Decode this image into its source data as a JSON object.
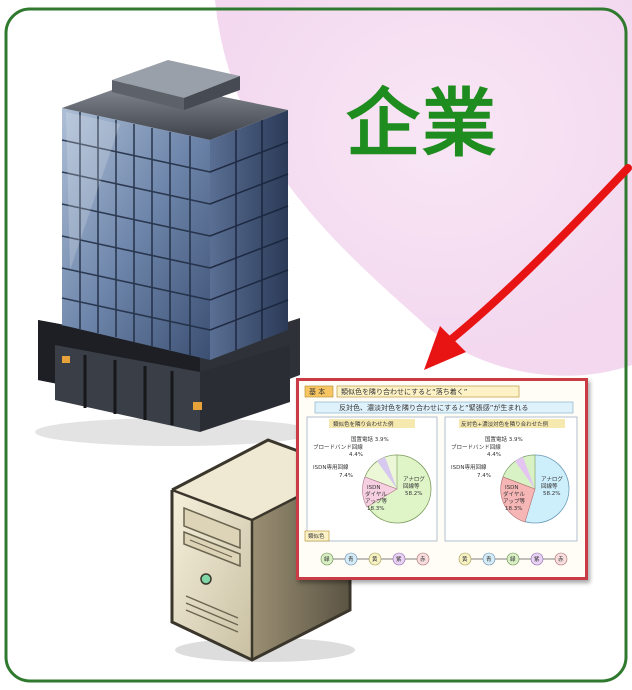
{
  "title": "企業",
  "document_thumbnail": {
    "heading_tag": "基 本",
    "heading": "類似色を隣り合わせにすると“落ち着く”",
    "subheading": "反対色、濃淡対色を隣り合わせにすると“緊張感”が生まれる",
    "panel_left_title": "類似色を隣り合わせた例",
    "panel_right_title": "反対色+濃淡対色を隣り合わせた例",
    "pie_labels": {
      "a": "国置電話 3.9%",
      "b": "ブロードバンド回線",
      "b_value": "4.4%",
      "c": "ISDN専用回線",
      "c_value": "7.4%",
      "d": "ISDN",
      "d2": "ダイヤル",
      "d3": "アップ等",
      "d_value": "18.3%",
      "e": "アナログ",
      "e2": "回線等",
      "e_value": "58.2%"
    },
    "legend_tag": "類似色",
    "chain_left": [
      "緑",
      "青",
      "黄",
      "紫",
      "赤"
    ],
    "chain_right": [
      "黄",
      "青",
      "緑",
      "紫",
      "赤"
    ]
  }
}
